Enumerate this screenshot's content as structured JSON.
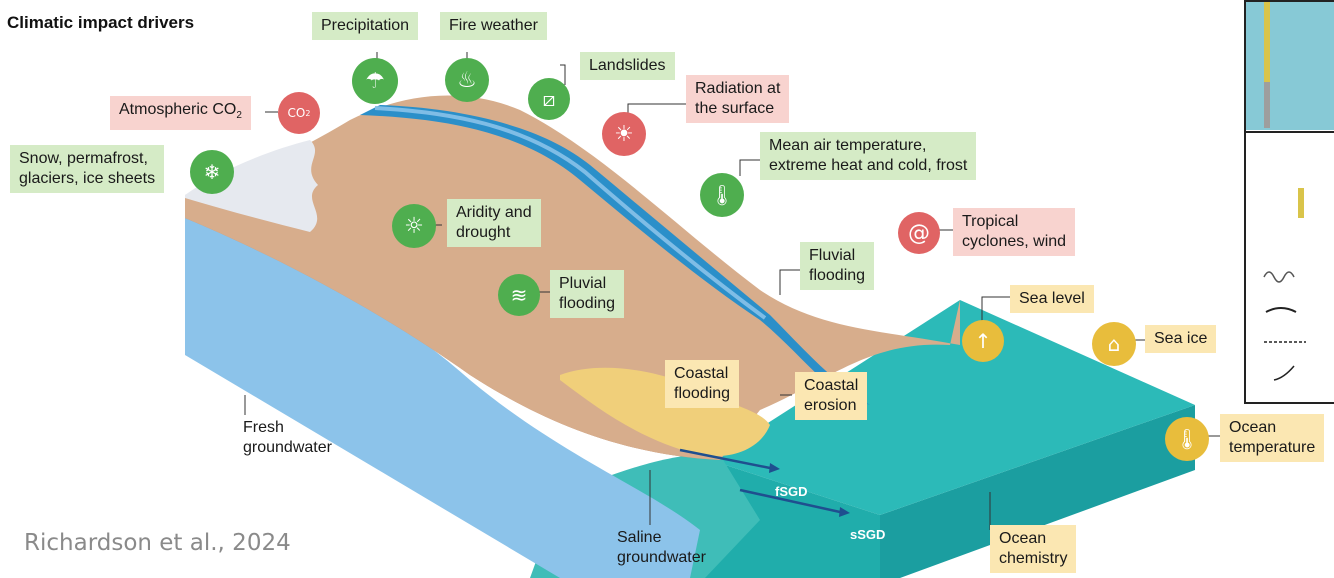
{
  "title": "Climatic impact drivers",
  "citation": "Richardson et al., 2024",
  "drivers": {
    "precipitation": "Precipitation",
    "fire_weather": "Fire weather",
    "landslides": "Landslides",
    "radiation": "Radiation at\nthe surface",
    "atmospheric_co2": "Atmospheric CO",
    "atmospheric_co2_sub": "2",
    "snow": "Snow, permafrost,\nglaciers, ice sheets",
    "mean_air_temp": "Mean air temperature,\nextreme heat and cold, frost",
    "aridity": "Aridity and\ndrought",
    "tropical_cyclones": "Tropical\ncyclones, wind",
    "fluvial_flooding": "Fluvial\nflooding",
    "pluvial_flooding": "Pluvial\nflooding",
    "sea_level": "Sea level",
    "sea_ice": "Sea ice",
    "coastal_flooding": "Coastal\nflooding",
    "coastal_erosion": "Coastal\nerosion",
    "ocean_temperature": "Ocean\ntemperature",
    "ocean_chemistry": "Ocean\nchemistry"
  },
  "annotations": {
    "fresh_groundwater": "Fresh\ngroundwater",
    "saline_groundwater": "Saline\ngroundwater",
    "fsgd": "fSGD",
    "ssgd": "sSGD",
    "co2_icon": "CO",
    "co2_icon_sub": "2"
  },
  "colors": {
    "green_label": "#d5ebc6",
    "red_label": "#f8d3cf",
    "yellow_label": "#fbe7b2",
    "green_icon": "#4fae4f",
    "red_icon": "#e06464",
    "yellow_icon": "#e8bd3c",
    "ocean": "#23b3b1",
    "fresh_groundwater": "#8cc3ea",
    "land": "#d7ad8c",
    "river": "#2b8fc9"
  }
}
